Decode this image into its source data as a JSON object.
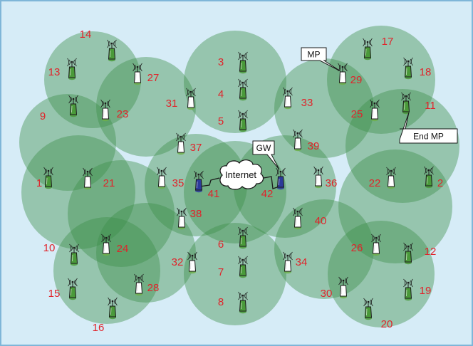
{
  "diagram": {
    "colors": {
      "background": "#d6ecf7",
      "frame": "#7fb6d8",
      "coverage": "#3f8f4a",
      "mesh_point_body": "#ffffff",
      "mesh_point_green": "#4a9a3a",
      "gateway_body": "#2c3a9a",
      "label": "#e0242b"
    },
    "labels": {
      "mp": "MP",
      "gw": "GW",
      "end_mp": "End MP",
      "internet": "Internet"
    },
    "node_numbers": [
      "1",
      "2",
      "3",
      "4",
      "5",
      "6",
      "7",
      "8",
      "9",
      "10",
      "11",
      "12",
      "13",
      "14",
      "15",
      "16",
      "17",
      "18",
      "19",
      "20",
      "21",
      "22",
      "23",
      "24",
      "25",
      "26",
      "27",
      "28",
      "29",
      "30",
      "31",
      "32",
      "33",
      "34",
      "35",
      "36",
      "37",
      "38",
      "39",
      "40",
      "41",
      "42"
    ]
  }
}
